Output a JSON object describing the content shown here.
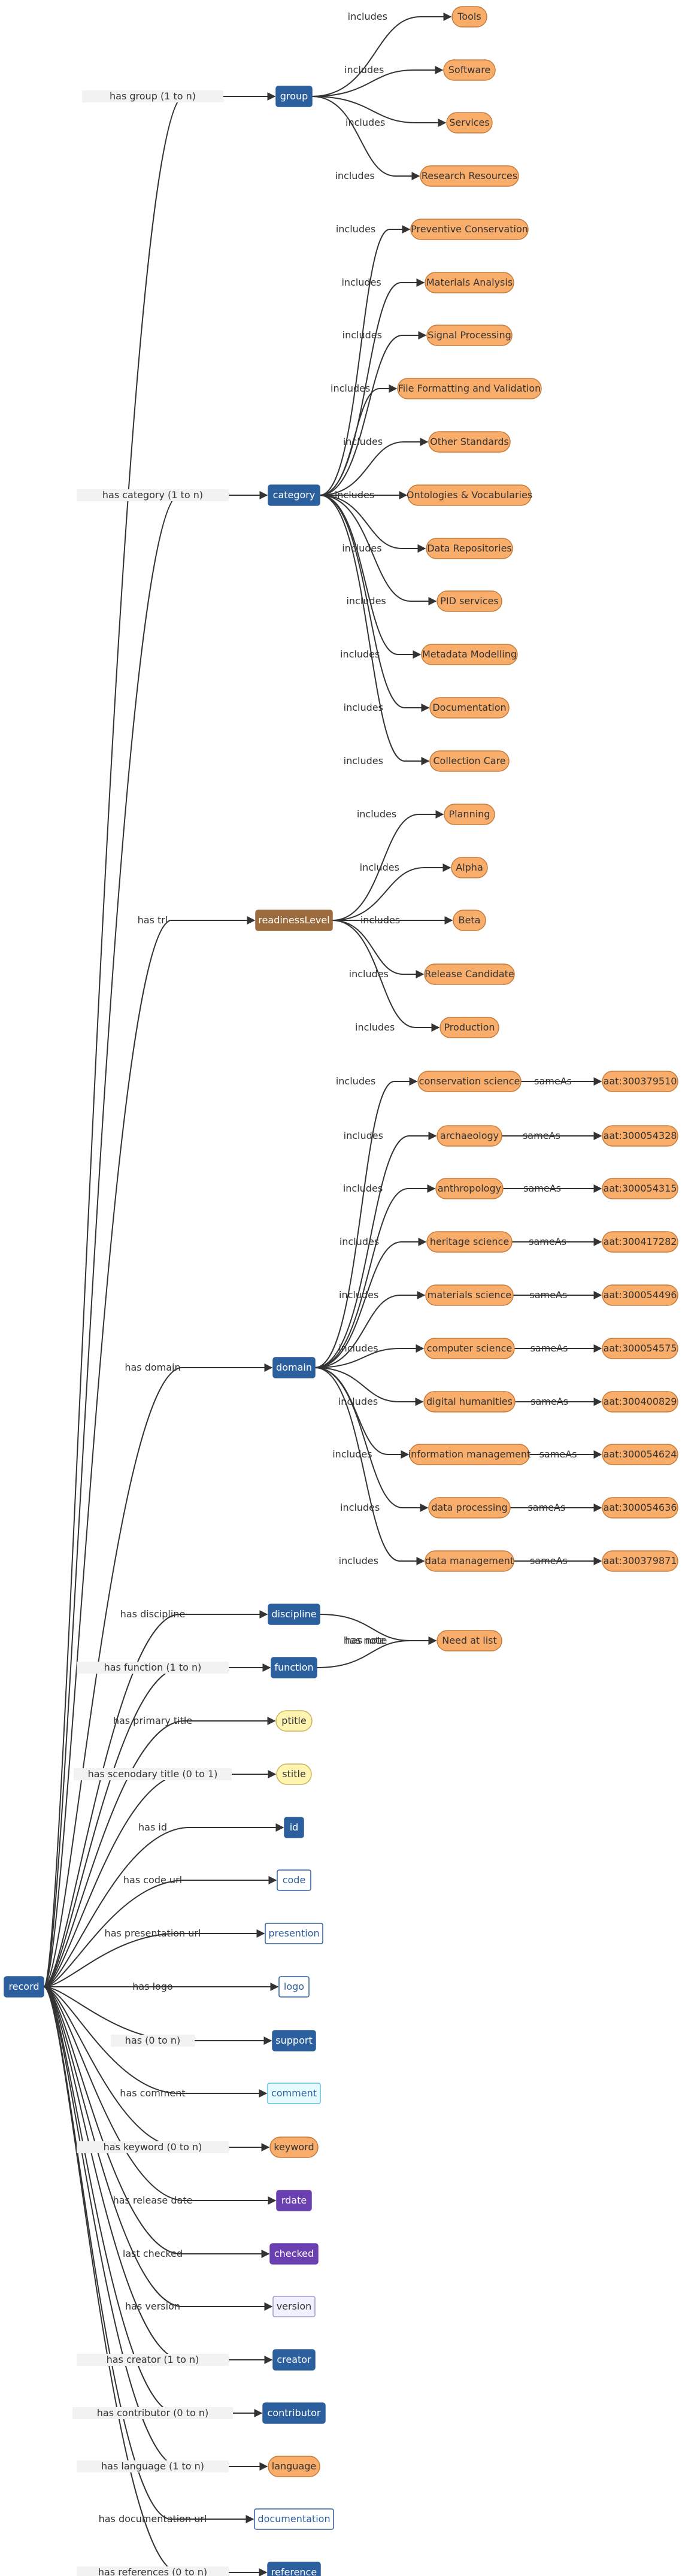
{
  "colors": {
    "blue": "#2c5f9e",
    "orange": "#f9ad6b",
    "orange_stroke": "#c67b3a",
    "brown": "#9c6b3e",
    "yellow": "#fff4b0",
    "yellow_stroke": "#c9b25a",
    "purple": "#6a3fb0",
    "lavender": "#f0f0ff",
    "cyan": "#e6fbff",
    "edge": "#333333",
    "label_bg": "#f2f2f2"
  },
  "nodes": [
    {
      "id": "tools",
      "label": "Tools",
      "style": "orange"
    },
    {
      "id": "software",
      "label": "Software",
      "style": "orange"
    },
    {
      "id": "services",
      "label": "Services",
      "style": "orange"
    },
    {
      "id": "research_resources",
      "label": "Research Resources",
      "style": "orange"
    },
    {
      "id": "preventive_conservation",
      "label": "Preventive Conservation",
      "style": "orange"
    },
    {
      "id": "materials_analysis",
      "label": "Materials Analysis",
      "style": "orange"
    },
    {
      "id": "signal_processing",
      "label": "Signal Processing",
      "style": "orange"
    },
    {
      "id": "file_formatting",
      "label": "File Formatting and Validation",
      "style": "orange"
    },
    {
      "id": "other_standards",
      "label": "Other Standards",
      "style": "orange"
    },
    {
      "id": "ontologies",
      "label": "Ontologies & Vocabularies",
      "style": "orange"
    },
    {
      "id": "data_repositories",
      "label": "Data Repositories",
      "style": "orange"
    },
    {
      "id": "pid_services",
      "label": "PID services",
      "style": "orange"
    },
    {
      "id": "metadata_modelling",
      "label": "Metadata Modelling",
      "style": "orange"
    },
    {
      "id": "documentation_cat",
      "label": "Documentation",
      "style": "orange"
    },
    {
      "id": "collection_care",
      "label": "Collection Care",
      "style": "orange"
    },
    {
      "id": "planning",
      "label": "Planning",
      "style": "orange"
    },
    {
      "id": "alpha",
      "label": "Alpha",
      "style": "orange"
    },
    {
      "id": "beta",
      "label": "Beta",
      "style": "orange"
    },
    {
      "id": "release_candidate",
      "label": "Release Candidate",
      "style": "orange"
    },
    {
      "id": "production",
      "label": "Production",
      "style": "orange"
    },
    {
      "id": "conservation_science",
      "label": "conservation science",
      "style": "orange"
    },
    {
      "id": "archaeology",
      "label": "archaeology",
      "style": "orange"
    },
    {
      "id": "anthropology",
      "label": "anthropology",
      "style": "orange"
    },
    {
      "id": "heritage_science",
      "label": "heritage science",
      "style": "orange"
    },
    {
      "id": "materials_science",
      "label": "materials science",
      "style": "orange"
    },
    {
      "id": "computer_science",
      "label": "computer science",
      "style": "orange"
    },
    {
      "id": "digital_humanities",
      "label": "digital humanities",
      "style": "orange"
    },
    {
      "id": "information_management",
      "label": "information management",
      "style": "orange"
    },
    {
      "id": "data_processing",
      "label": "data processing",
      "style": "orange"
    },
    {
      "id": "data_management",
      "label": "data management",
      "style": "orange"
    },
    {
      "id": "aat1",
      "label": "aat:300379510",
      "style": "orange"
    },
    {
      "id": "aat2",
      "label": "aat:300054328",
      "style": "orange"
    },
    {
      "id": "aat3",
      "label": "aat:300054315",
      "style": "orange"
    },
    {
      "id": "aat4",
      "label": "aat:300417282",
      "style": "orange"
    },
    {
      "id": "aat5",
      "label": "aat:300054496",
      "style": "orange"
    },
    {
      "id": "aat6",
      "label": "aat:300054575",
      "style": "orange"
    },
    {
      "id": "aat7",
      "label": "aat:300400829",
      "style": "orange"
    },
    {
      "id": "aat8",
      "label": "aat:300054624",
      "style": "orange"
    },
    {
      "id": "aat9",
      "label": "aat:300054636",
      "style": "orange"
    },
    {
      "id": "aat10",
      "label": "aat:300379871",
      "style": "orange"
    },
    {
      "id": "group",
      "label": "group",
      "style": "blue"
    },
    {
      "id": "category",
      "label": "category",
      "style": "blue"
    },
    {
      "id": "readinessLevel",
      "label": "readinessLevel",
      "style": "brown"
    },
    {
      "id": "domain",
      "label": "domain",
      "style": "blue"
    },
    {
      "id": "discipline",
      "label": "discipline",
      "style": "blue"
    },
    {
      "id": "function",
      "label": "function",
      "style": "blue"
    },
    {
      "id": "need_at_list",
      "label": "Need at list",
      "style": "orange"
    },
    {
      "id": "ptitle",
      "label": "ptitle",
      "style": "yellow"
    },
    {
      "id": "stitle",
      "label": "stitle",
      "style": "yellow"
    },
    {
      "id": "idn",
      "label": "id",
      "style": "blue"
    },
    {
      "id": "code",
      "label": "code",
      "style": "outline"
    },
    {
      "id": "presention",
      "label": "presention",
      "style": "outline"
    },
    {
      "id": "logo",
      "label": "logo",
      "style": "outline"
    },
    {
      "id": "support",
      "label": "support",
      "style": "blue"
    },
    {
      "id": "comment",
      "label": "comment",
      "style": "cyan"
    },
    {
      "id": "keyword",
      "label": "keyword",
      "style": "orange"
    },
    {
      "id": "rdate",
      "label": "rdate",
      "style": "purple"
    },
    {
      "id": "checked",
      "label": "checked",
      "style": "purple"
    },
    {
      "id": "version",
      "label": "version",
      "style": "lavender"
    },
    {
      "id": "creator",
      "label": "creator",
      "style": "blue"
    },
    {
      "id": "contributor",
      "label": "contributor",
      "style": "blue"
    },
    {
      "id": "language",
      "label": "language",
      "style": "orange"
    },
    {
      "id": "documentation",
      "label": "documentation",
      "style": "outline"
    },
    {
      "id": "reference",
      "label": "reference",
      "style": "blue"
    },
    {
      "id": "record",
      "label": "record",
      "style": "blue"
    }
  ],
  "edges": [
    {
      "from": "group",
      "to": "tools",
      "label": "includes"
    },
    {
      "from": "group",
      "to": "software",
      "label": "includes"
    },
    {
      "from": "group",
      "to": "services",
      "label": "includes"
    },
    {
      "from": "group",
      "to": "research_resources",
      "label": "includes"
    },
    {
      "from": "category",
      "to": "preventive_conservation",
      "label": "includes"
    },
    {
      "from": "category",
      "to": "materials_analysis",
      "label": "includes"
    },
    {
      "from": "category",
      "to": "signal_processing",
      "label": "includes"
    },
    {
      "from": "category",
      "to": "file_formatting",
      "label": "includes"
    },
    {
      "from": "category",
      "to": "other_standards",
      "label": "includes"
    },
    {
      "from": "category",
      "to": "ontologies",
      "label": "includes"
    },
    {
      "from": "category",
      "to": "data_repositories",
      "label": "includes"
    },
    {
      "from": "category",
      "to": "pid_services",
      "label": "includes"
    },
    {
      "from": "category",
      "to": "metadata_modelling",
      "label": "includes"
    },
    {
      "from": "category",
      "to": "documentation_cat",
      "label": "includes"
    },
    {
      "from": "category",
      "to": "collection_care",
      "label": "includes"
    },
    {
      "from": "readinessLevel",
      "to": "planning",
      "label": "includes"
    },
    {
      "from": "readinessLevel",
      "to": "alpha",
      "label": "includes"
    },
    {
      "from": "readinessLevel",
      "to": "beta",
      "label": "includes"
    },
    {
      "from": "readinessLevel",
      "to": "release_candidate",
      "label": "includes"
    },
    {
      "from": "readinessLevel",
      "to": "production",
      "label": "includes"
    },
    {
      "from": "domain",
      "to": "conservation_science",
      "label": "includes"
    },
    {
      "from": "domain",
      "to": "archaeology",
      "label": "includes"
    },
    {
      "from": "domain",
      "to": "anthropology",
      "label": "includes"
    },
    {
      "from": "domain",
      "to": "heritage_science",
      "label": "includes"
    },
    {
      "from": "domain",
      "to": "materials_science",
      "label": "includes"
    },
    {
      "from": "domain",
      "to": "computer_science",
      "label": "includes"
    },
    {
      "from": "domain",
      "to": "digital_humanities",
      "label": "includes"
    },
    {
      "from": "domain",
      "to": "information_management",
      "label": "includes"
    },
    {
      "from": "domain",
      "to": "data_processing",
      "label": "includes"
    },
    {
      "from": "domain",
      "to": "data_management",
      "label": "includes"
    },
    {
      "from": "conservation_science",
      "to": "aat1",
      "label": "sameAs"
    },
    {
      "from": "archaeology",
      "to": "aat2",
      "label": "sameAs"
    },
    {
      "from": "anthropology",
      "to": "aat3",
      "label": "sameAs"
    },
    {
      "from": "heritage_science",
      "to": "aat4",
      "label": "sameAs"
    },
    {
      "from": "materials_science",
      "to": "aat5",
      "label": "sameAs"
    },
    {
      "from": "computer_science",
      "to": "aat6",
      "label": "sameAs"
    },
    {
      "from": "digital_humanities",
      "to": "aat7",
      "label": "sameAs"
    },
    {
      "from": "information_management",
      "to": "aat8",
      "label": "sameAs"
    },
    {
      "from": "data_processing",
      "to": "aat9",
      "label": "sameAs"
    },
    {
      "from": "data_management",
      "to": "aat10",
      "label": "sameAs"
    },
    {
      "from": "discipline",
      "to": "need_at_list",
      "label": "has note"
    },
    {
      "from": "function",
      "to": "need_at_list",
      "label": "has note"
    },
    {
      "from": "record",
      "to": "group",
      "label": "has group (1 to n)"
    },
    {
      "from": "record",
      "to": "category",
      "label": "has category (1 to n)"
    },
    {
      "from": "record",
      "to": "readinessLevel",
      "label": "has trl"
    },
    {
      "from": "record",
      "to": "domain",
      "label": "has domain"
    },
    {
      "from": "record",
      "to": "discipline",
      "label": "has discipline"
    },
    {
      "from": "record",
      "to": "function",
      "label": "has function (1 to n)"
    },
    {
      "from": "record",
      "to": "ptitle",
      "label": "has primary title"
    },
    {
      "from": "record",
      "to": "stitle",
      "label": "has scenodary title (0 to 1)"
    },
    {
      "from": "record",
      "to": "idn",
      "label": "has id"
    },
    {
      "from": "record",
      "to": "code",
      "label": "has code url"
    },
    {
      "from": "record",
      "to": "presention",
      "label": "has presentation url"
    },
    {
      "from": "record",
      "to": "logo",
      "label": "has logo"
    },
    {
      "from": "record",
      "to": "support",
      "label": "has (0 to n)"
    },
    {
      "from": "record",
      "to": "comment",
      "label": "has comment"
    },
    {
      "from": "record",
      "to": "keyword",
      "label": "has keyword (0 to n)"
    },
    {
      "from": "record",
      "to": "rdate",
      "label": "has release date"
    },
    {
      "from": "record",
      "to": "checked",
      "label": "last checked"
    },
    {
      "from": "record",
      "to": "version",
      "label": "has version"
    },
    {
      "from": "record",
      "to": "creator",
      "label": "has creator (1 to n)"
    },
    {
      "from": "record",
      "to": "contributor",
      "label": "has contributor (0 to n)"
    },
    {
      "from": "record",
      "to": "language",
      "label": "has language (1 to n)"
    },
    {
      "from": "record",
      "to": "documentation",
      "label": "has documentation url"
    },
    {
      "from": "record",
      "to": "reference",
      "label": "has references (0 to n)"
    }
  ]
}
